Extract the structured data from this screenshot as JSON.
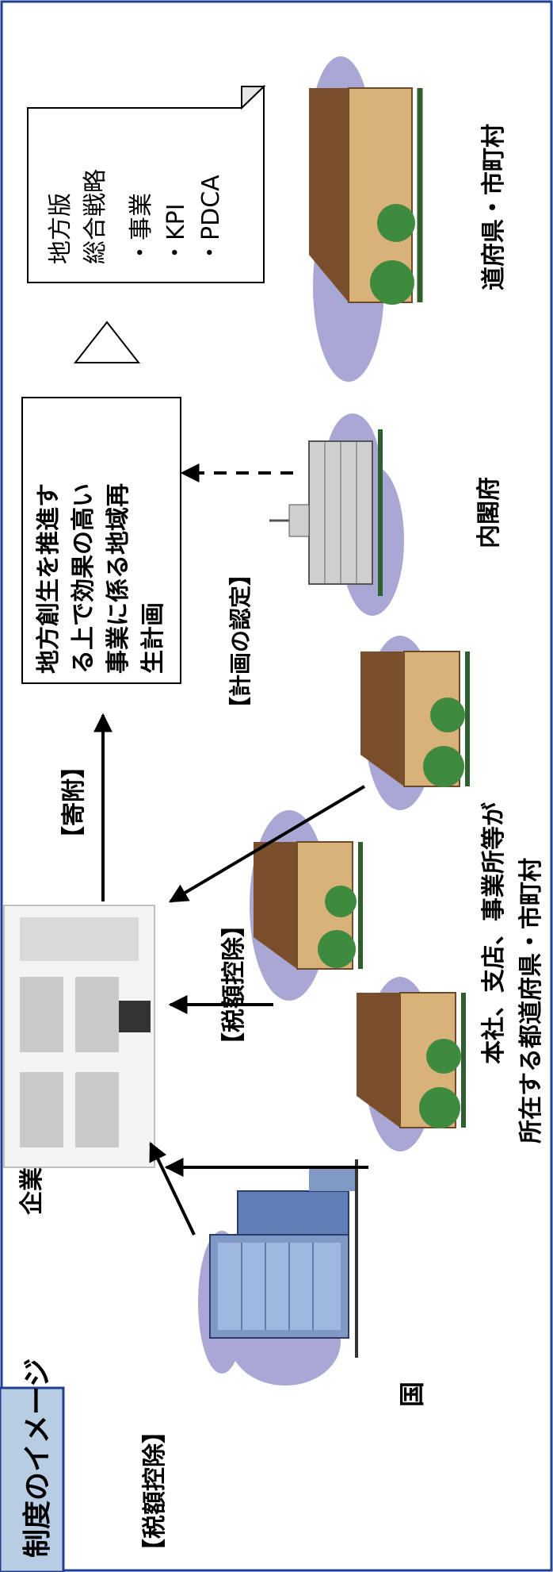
{
  "header": {
    "title": "制度のイメージ"
  },
  "nodes": {
    "kuni": "国",
    "kigyou": "企業",
    "local_govs_label_1": "本社、支店、事業所等が",
    "local_govs_label_2": "所在する都道府県・市町村",
    "naikakufu": "内閣府",
    "pref_label": "道府県・市町村"
  },
  "edges": {
    "tax_deduction_1": "【税額控除】",
    "tax_deduction_2": "【税額控除】",
    "donation": "【寄附】",
    "plan_approval": "【計画の認定】"
  },
  "plan_box": {
    "line1": "地方創生を推進す",
    "line2": "る上で効果の高い",
    "line3": "事業に係る地域再",
    "line4": "生計画"
  },
  "strategy_note": {
    "line1": "地方版",
    "line2": "総合戦略",
    "item1": "・事業",
    "item2": "・KPI",
    "item3": "・PDCA"
  },
  "colors": {
    "header_bg": "#b8cce4",
    "border": "#1f3f8f",
    "cloud": "#a9a8d4"
  }
}
